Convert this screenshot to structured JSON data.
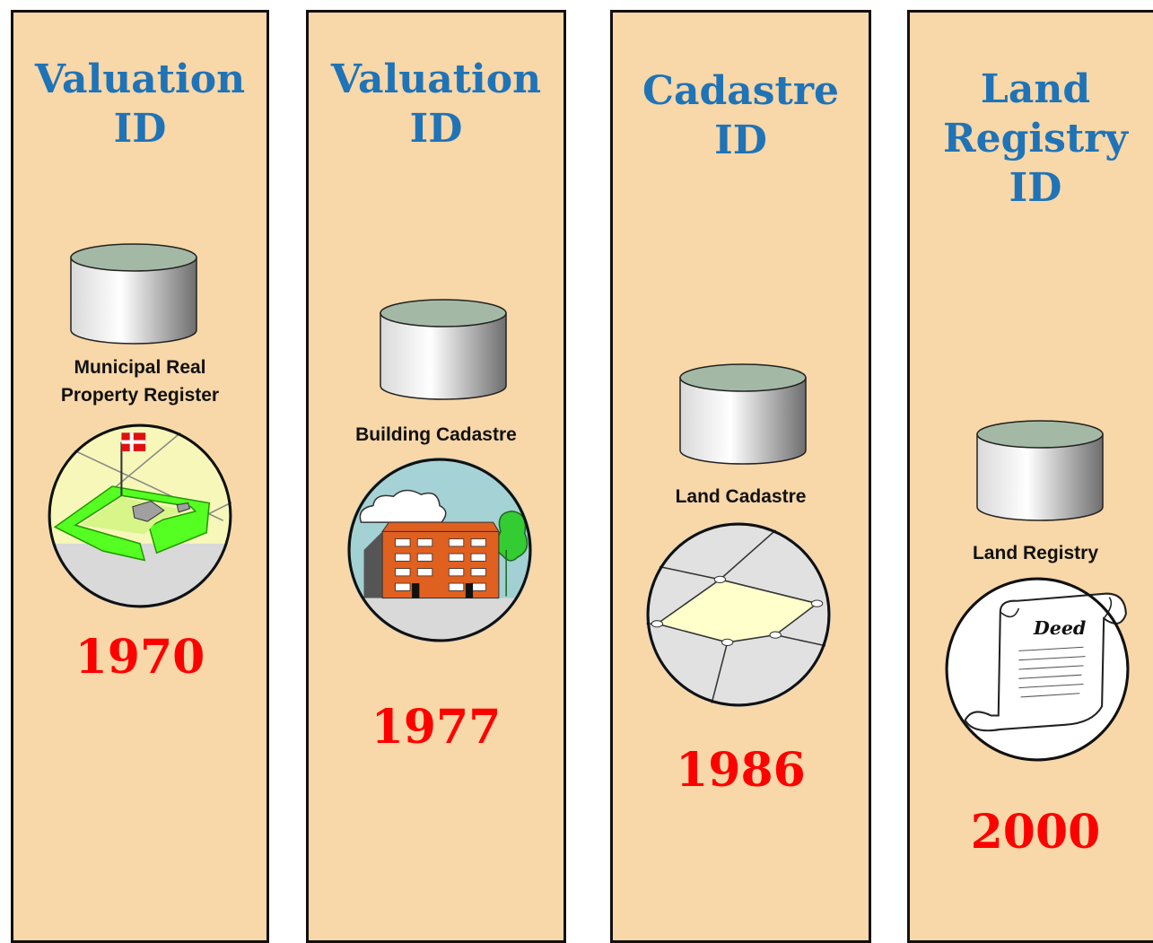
{
  "columns": [
    {
      "title": "Valuation\nID",
      "db_label": "Municipal Real\nProperty Register",
      "year": "1970",
      "picture": "property-plot-with-flag-icon"
    },
    {
      "title": "Valuation\nID",
      "db_label": "Building Cadastre",
      "year": "1977",
      "picture": "building-icon"
    },
    {
      "title": "Cadastre\nID",
      "db_label": "Land Cadastre",
      "year": "1986",
      "picture": "land-parcel-icon"
    },
    {
      "title": "Land\nRegistry\nID",
      "db_label": "Land Registry",
      "year": "2000",
      "picture": "deed-scroll-icon",
      "deed_text": "Deed"
    }
  ],
  "colors": {
    "panel": "#f8d7a8",
    "title": "#1f73b7",
    "year": "#ff0000"
  }
}
